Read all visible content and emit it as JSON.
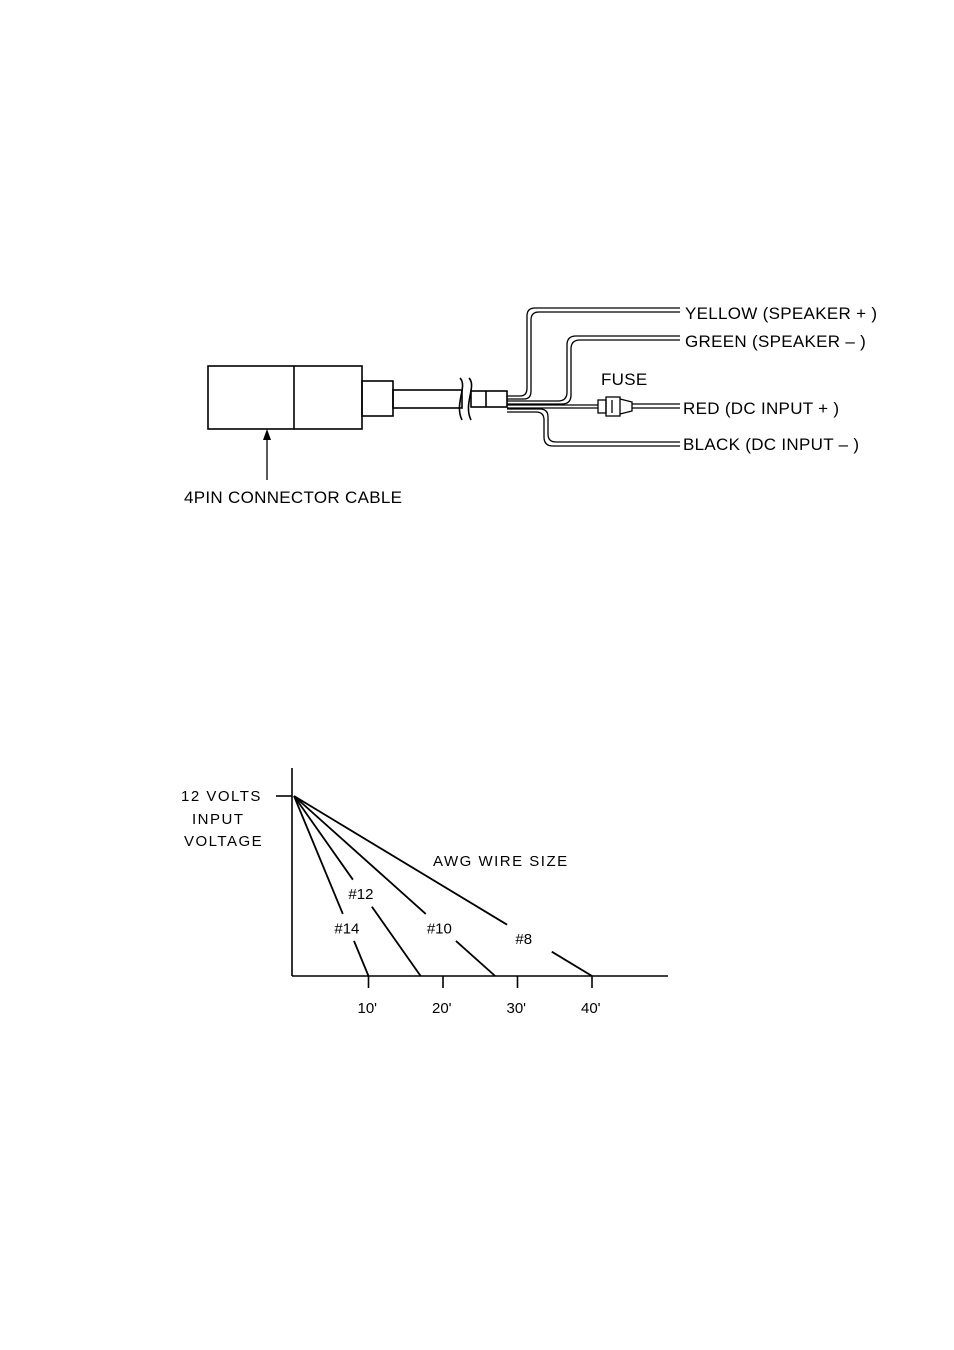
{
  "wiring": {
    "wires": [
      {
        "id": "yellow",
        "label": "YELLOW (SPEAKER + )"
      },
      {
        "id": "green",
        "label": "GREEN (SPEAKER – )"
      },
      {
        "id": "red",
        "label": "RED (DC INPUT + )"
      },
      {
        "id": "black",
        "label": "BLACK (DC INPUT – )"
      }
    ],
    "fuse_label": "FUSE",
    "connector_label": "4PIN CONNECTOR CABLE"
  },
  "voltage_chart": {
    "y_label_lines": [
      "12 VOLTS",
      "INPUT",
      "VOLTAGE"
    ],
    "legend_title": "AWG WIRE SIZE",
    "x_ticks": [
      "10'",
      "20'",
      "30'",
      "40'"
    ],
    "lines": [
      {
        "label": "#14",
        "end_ft": 10
      },
      {
        "label": "#12",
        "end_ft": 17
      },
      {
        "label": "#10",
        "end_ft": 27
      },
      {
        "label": "#8",
        "end_ft": 40
      }
    ]
  },
  "chart_data": {
    "type": "line",
    "title": "",
    "legend_title": "AWG WIRE SIZE",
    "ylabel": "12 VOLTS INPUT VOLTAGE",
    "xlabel": "",
    "x_tick_labels": [
      "10'",
      "20'",
      "30'",
      "40'"
    ],
    "x_tick_values": [
      10,
      20,
      30,
      40
    ],
    "series": [
      {
        "name": "#14",
        "x": [
          0,
          10
        ],
        "y": [
          12,
          0
        ]
      },
      {
        "name": "#12",
        "x": [
          0,
          17
        ],
        "y": [
          12,
          0
        ]
      },
      {
        "name": "#10",
        "x": [
          0,
          27
        ],
        "y": [
          12,
          0
        ]
      },
      {
        "name": "#8",
        "x": [
          0,
          40
        ],
        "y": [
          12,
          0
        ]
      }
    ],
    "grid": false,
    "legend": "none"
  }
}
